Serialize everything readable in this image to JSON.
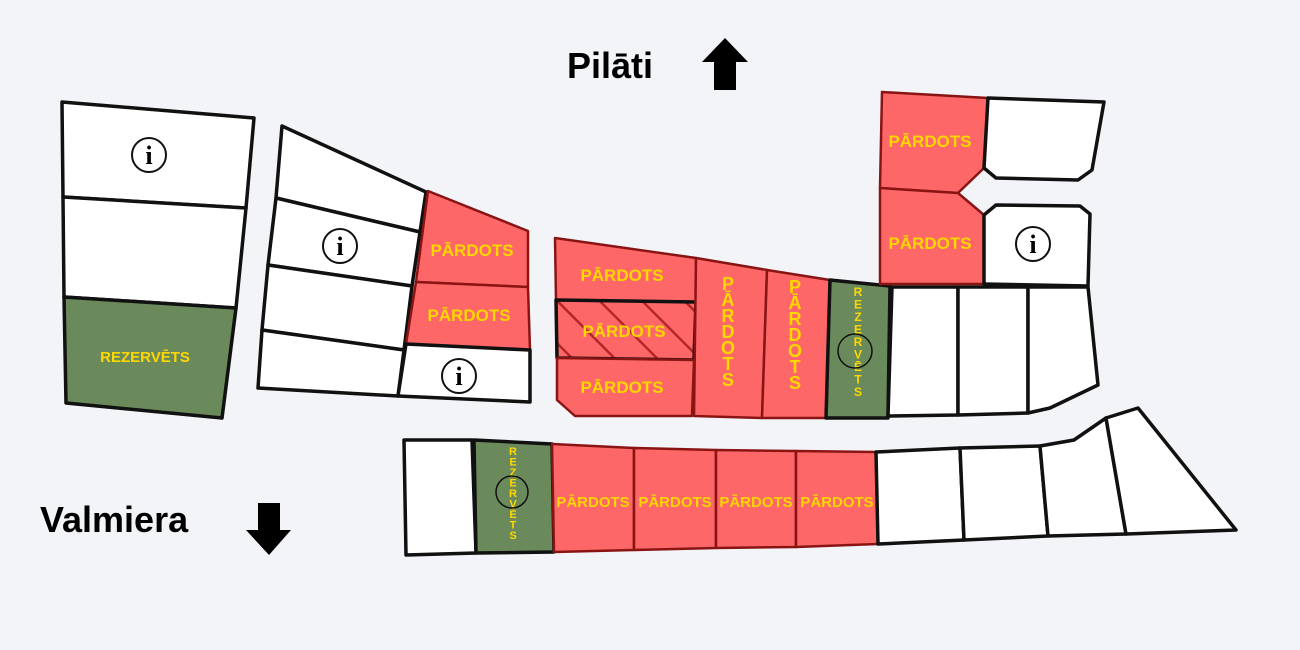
{
  "directions": {
    "north": {
      "label": "Pilāti",
      "arrow_icon": "arrow-up-icon"
    },
    "south": {
      "label": "Valmiera",
      "arrow_icon": "arrow-down-icon"
    }
  },
  "status_labels": {
    "sold": "PĀRDOTS",
    "reserved": "REZERVĒTS"
  },
  "colors": {
    "sold": "#fd6767",
    "reserved": "#6a8a5c",
    "free": "#ffffff",
    "label_text": "#ffd700",
    "background": "#f2f4f8"
  },
  "info_icon": {
    "glyph": "i",
    "icon": "info-icon"
  }
}
